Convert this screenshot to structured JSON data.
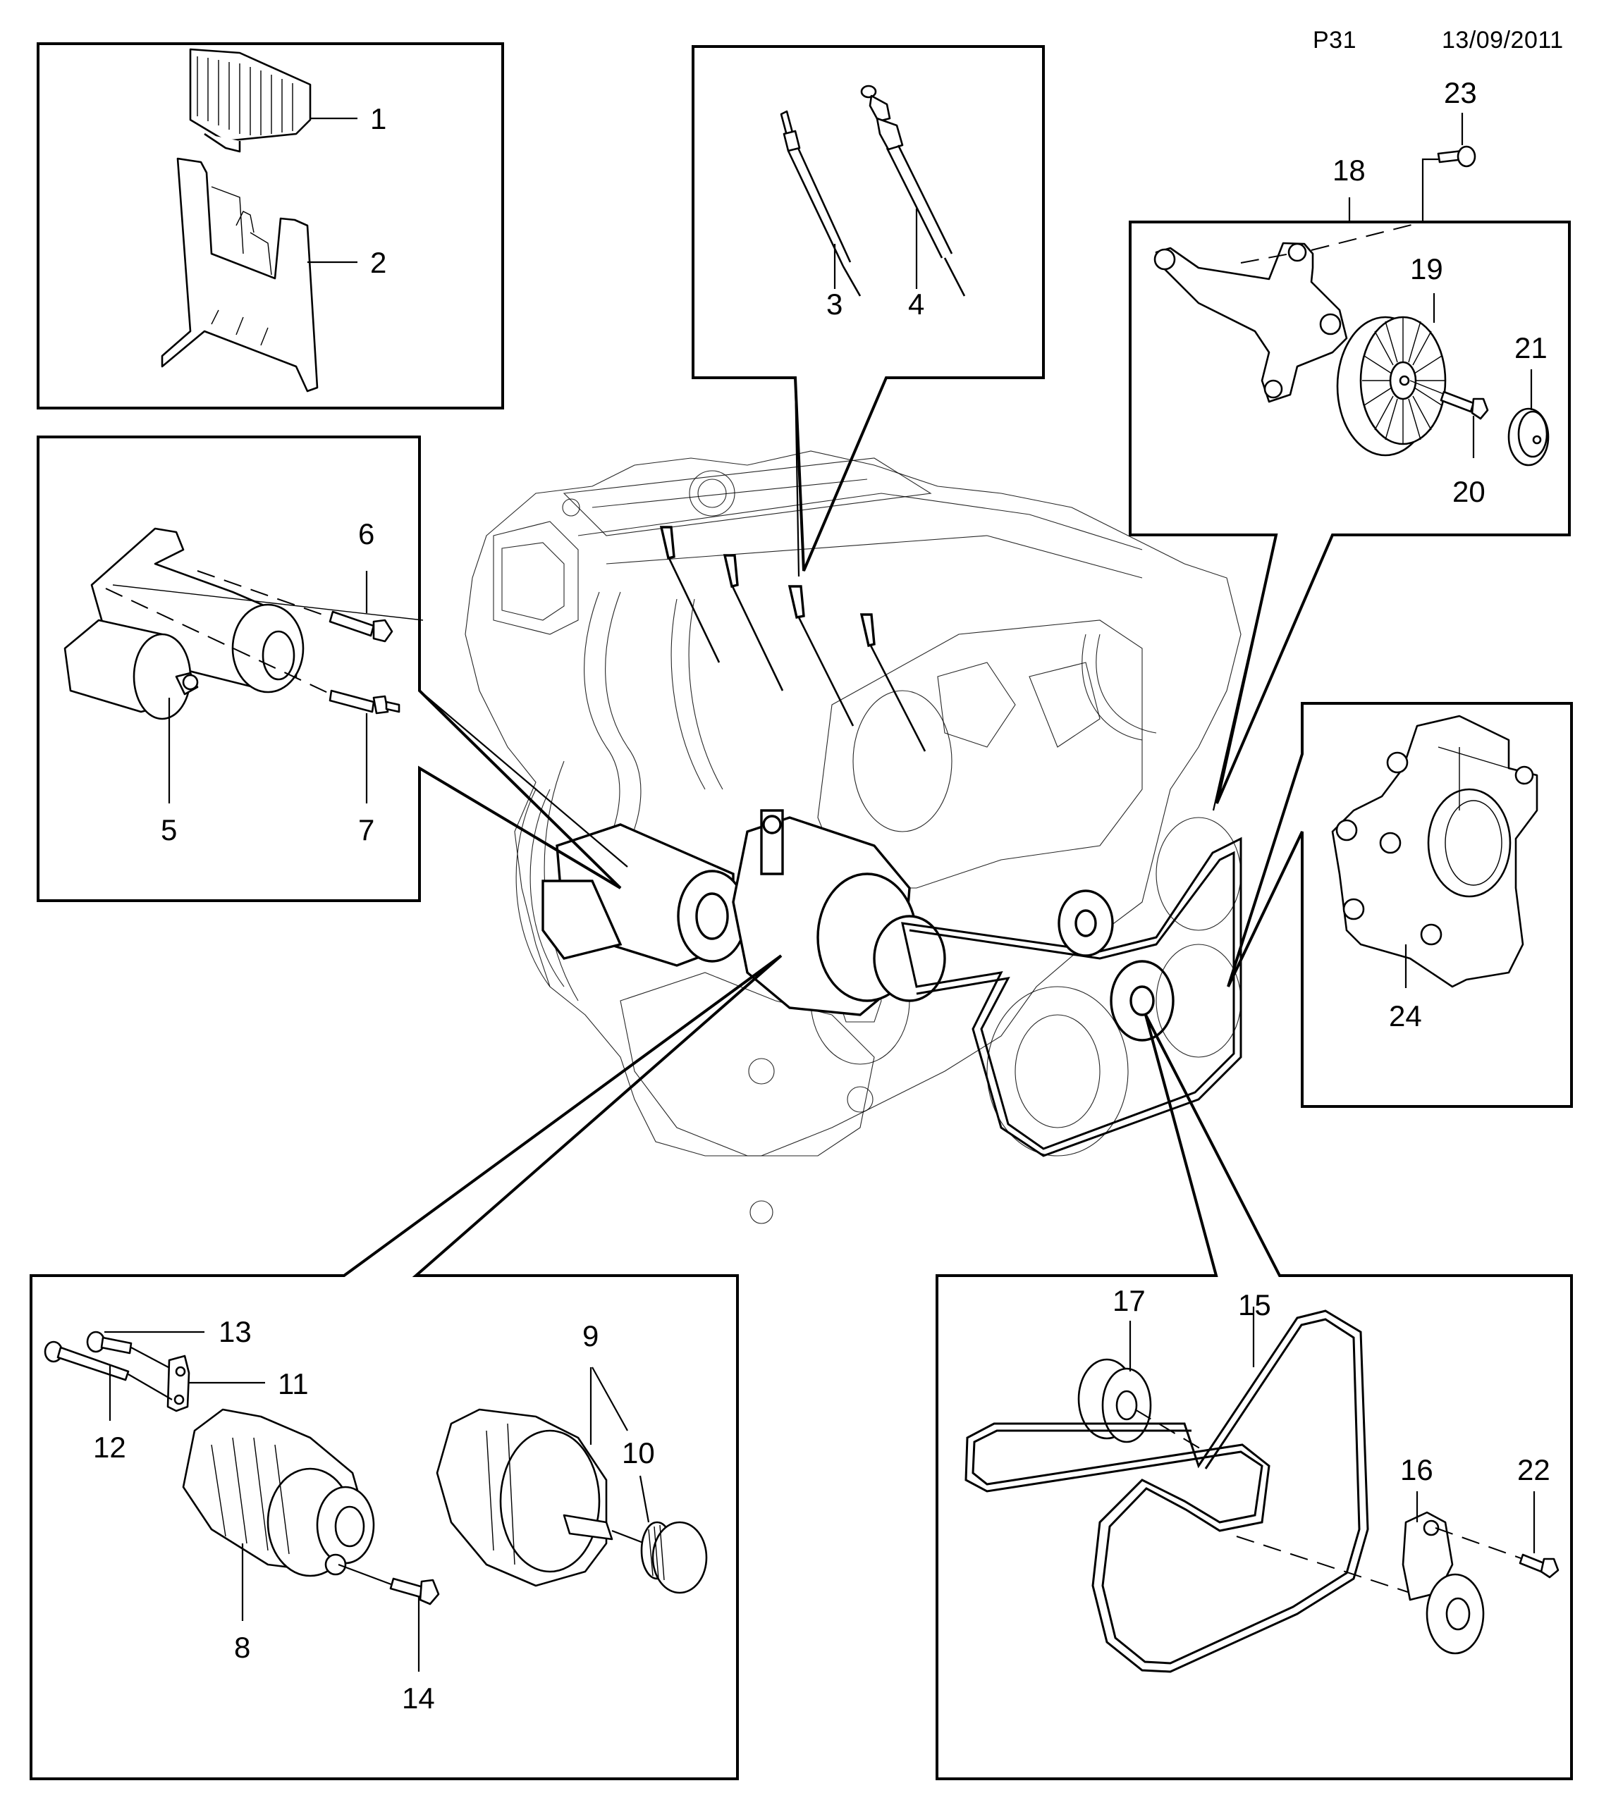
{
  "header": {
    "page_code": "P31",
    "date": "13/09/2011"
  },
  "diagram": {
    "title": "Engine electrical and accessory drive exploded view",
    "callouts": [
      {
        "id": "1",
        "label": "1",
        "part": "glow plug control module"
      },
      {
        "id": "2",
        "label": "2",
        "part": "module mounting bracket"
      },
      {
        "id": "3",
        "label": "3",
        "part": "glow plug"
      },
      {
        "id": "4",
        "label": "4",
        "part": "glow plug"
      },
      {
        "id": "5",
        "label": "5",
        "part": "starter motor"
      },
      {
        "id": "6",
        "label": "6",
        "part": "starter bolt"
      },
      {
        "id": "7",
        "label": "7",
        "part": "starter stud bolt"
      },
      {
        "id": "8",
        "label": "8",
        "part": "alternator"
      },
      {
        "id": "9",
        "label": "9",
        "part": "alternator"
      },
      {
        "id": "10",
        "label": "10",
        "part": "alternator pulley"
      },
      {
        "id": "11",
        "label": "11",
        "part": "alternator bracket plate"
      },
      {
        "id": "12",
        "label": "12",
        "part": "alternator long bolt"
      },
      {
        "id": "13",
        "label": "13",
        "part": "alternator bolt"
      },
      {
        "id": "14",
        "label": "14",
        "part": "alternator lower bolt"
      },
      {
        "id": "15",
        "label": "15",
        "part": "poly-V drive belt"
      },
      {
        "id": "16",
        "label": "16",
        "part": "belt tensioner"
      },
      {
        "id": "17",
        "label": "17",
        "part": "idler pulley"
      },
      {
        "id": "18",
        "label": "18",
        "part": "idler pulley bracket"
      },
      {
        "id": "19",
        "label": "19",
        "part": "idler pulley"
      },
      {
        "id": "20",
        "label": "20",
        "part": "pulley bolt"
      },
      {
        "id": "21",
        "label": "21",
        "part": "pulley dust cap"
      },
      {
        "id": "22",
        "label": "22",
        "part": "tensioner bolt"
      },
      {
        "id": "23",
        "label": "23",
        "part": "bracket bolt"
      },
      {
        "id": "24",
        "label": "24",
        "part": "accessory bracket"
      }
    ],
    "groups": [
      {
        "name": "glow-module-group",
        "items": [
          "1",
          "2"
        ]
      },
      {
        "name": "glow-plug-group",
        "items": [
          "3",
          "4"
        ]
      },
      {
        "name": "starter-group",
        "items": [
          "5",
          "6",
          "7"
        ]
      },
      {
        "name": "idler-bracket-group",
        "items": [
          "18",
          "19",
          "20",
          "21",
          "23"
        ]
      },
      {
        "name": "accessory-bracket-group",
        "items": [
          "24"
        ]
      },
      {
        "name": "alternator-group",
        "items": [
          "8",
          "9",
          "10",
          "11",
          "12",
          "13",
          "14"
        ]
      },
      {
        "name": "belt-drive-group",
        "items": [
          "15",
          "16",
          "17",
          "22"
        ]
      }
    ]
  }
}
